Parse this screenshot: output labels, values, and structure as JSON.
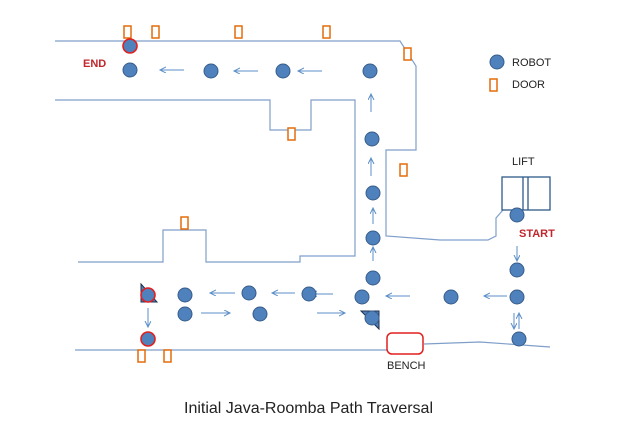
{
  "labels": {
    "end": "END",
    "start": "START",
    "lift": "LIFT",
    "bench": "BENCH"
  },
  "legend": {
    "robot": "ROBOT",
    "door": "DOOR"
  },
  "caption": "Initial Java-Roomba Path Traversal",
  "colors": {
    "robot_fill": "#4f81bd",
    "robot_stroke": "#385d8a",
    "door": "#e46c0a",
    "wall": "#7f9fca",
    "arrow": "#5b8ec7",
    "highlight": "#e02020",
    "accent_text": "#c0262c"
  }
}
